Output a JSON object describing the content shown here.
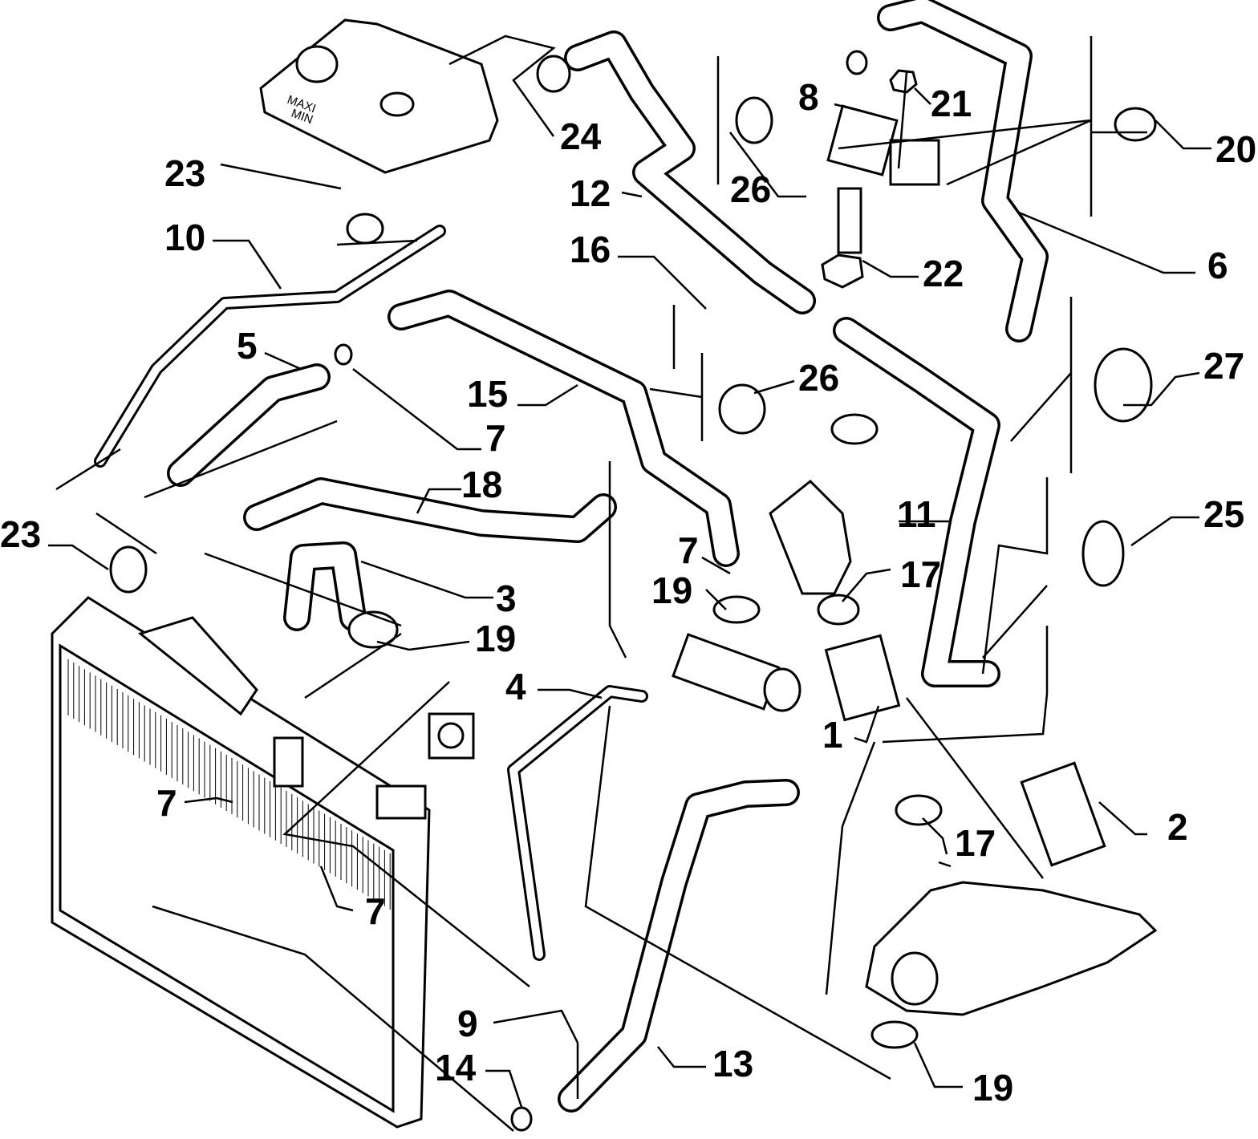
{
  "diagram": {
    "tank_labels": {
      "max": "MAXI",
      "min": "MIN"
    },
    "callouts": {
      "c24": "24",
      "c23a": "23",
      "c10": "10",
      "c12": "12",
      "c8": "8",
      "c21": "21",
      "c26a": "26",
      "c20": "20",
      "c16": "16",
      "c22": "22",
      "c6": "6",
      "c5": "5",
      "c26b": "26",
      "c27": "27",
      "c15": "15",
      "c7a": "7",
      "c18": "18",
      "c11": "11",
      "c25": "25",
      "c23b": "23",
      "c7b": "7",
      "c3": "3",
      "c19a": "19",
      "c17a": "17",
      "c19b": "19",
      "c4": "4",
      "c1": "1",
      "c2": "2",
      "c17b": "17",
      "c7c": "7",
      "c7d": "7",
      "c9": "9",
      "c13": "13",
      "c19c": "19",
      "c14": "14"
    }
  }
}
